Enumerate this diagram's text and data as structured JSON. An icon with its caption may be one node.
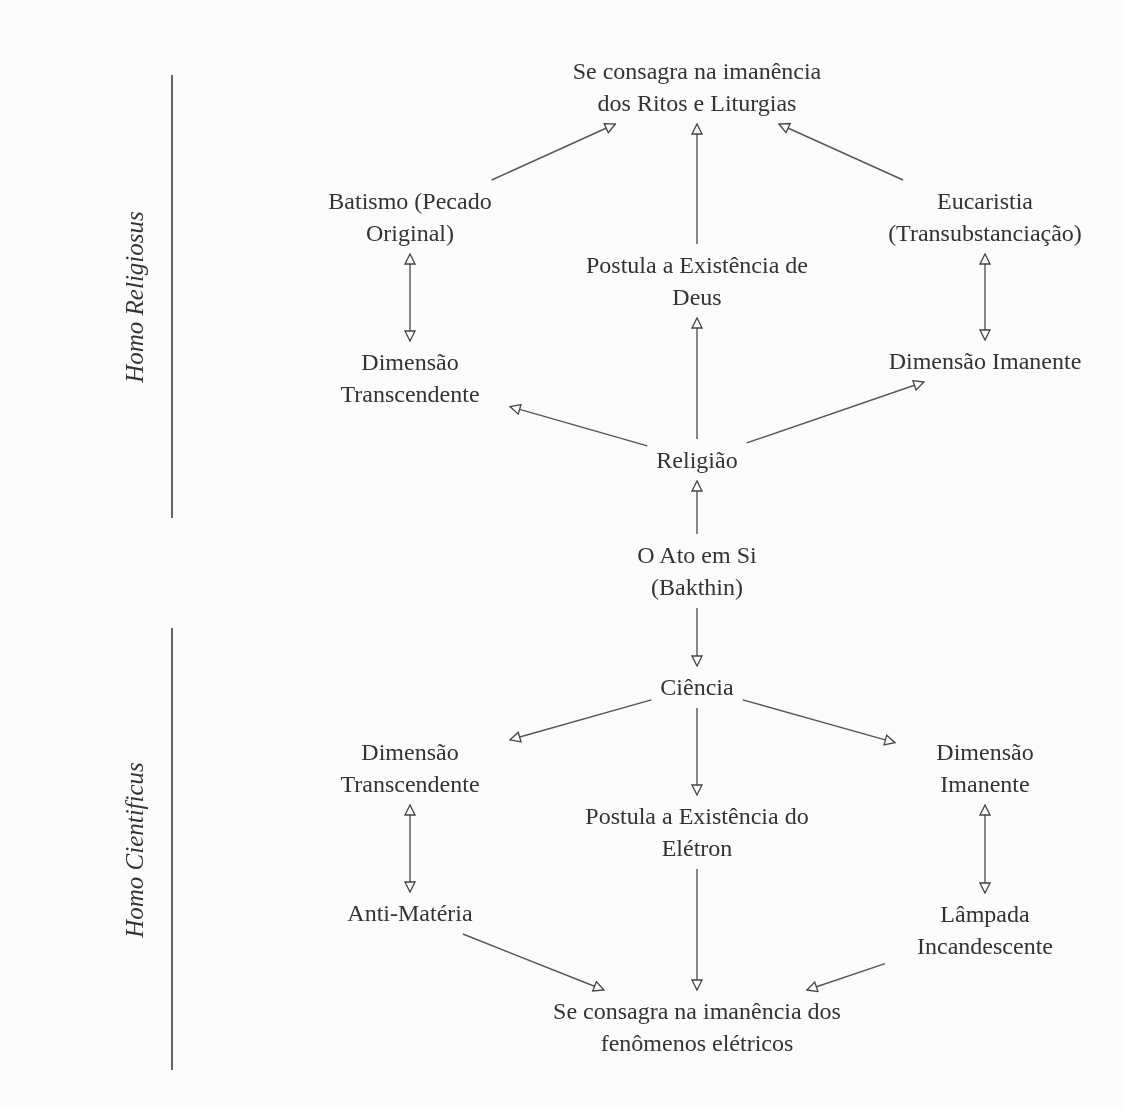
{
  "diagram": {
    "nodes": [
      {
        "text": [
          "Se consagra na imanência dos Ritos e Liturgias"
        ]
      },
      {
        "text": [
          "Batismo (Pecado Original)"
        ]
      },
      {
        "text": [
          "Eucaristia (Transubstanciação)"
        ]
      },
      {
        "text": [
          "Postula a Existência de Deus"
        ]
      },
      {
        "text": [
          "Dimensão Transcendente"
        ]
      },
      {
        "text": [
          "Dimensão Imanente"
        ]
      },
      {
        "text": [
          "Religião"
        ]
      },
      {
        "text": [
          "O Ato em Si (Bakthin)"
        ]
      },
      {
        "text": [
          "Ciência"
        ]
      },
      {
        "text": [
          "Dimensão Transcendente"
        ]
      },
      {
        "text": [
          "Dimensão Imanente"
        ]
      },
      {
        "text": [
          "Postula a Existência do Elétron"
        ]
      },
      {
        "text": [
          "Anti-Matéria"
        ]
      },
      {
        "text": [
          "Lâmpada Incandescente"
        ]
      },
      {
        "text": [
          "Se consagra na imanência dos fenômenos elétricos"
        ]
      }
    ],
    "edges": [
      {
        "from": 1,
        "to": 0,
        "arrow": "to"
      },
      {
        "from": 3,
        "to": 0,
        "arrow": "to"
      },
      {
        "from": 2,
        "to": 0,
        "arrow": "to"
      },
      {
        "from": 1,
        "to": 4,
        "arrow": "both"
      },
      {
        "from": 2,
        "to": 5,
        "arrow": "both"
      },
      {
        "from": 6,
        "to": 3,
        "arrow": "to"
      },
      {
        "from": 6,
        "to": 4,
        "arrow": "to"
      },
      {
        "from": 6,
        "to": 5,
        "arrow": "to"
      },
      {
        "from": 7,
        "to": 6,
        "arrow": "to"
      },
      {
        "from": 7,
        "to": 8,
        "arrow": "to"
      },
      {
        "from": 8,
        "to": 9,
        "arrow": "to"
      },
      {
        "from": 8,
        "to": 10,
        "arrow": "to"
      },
      {
        "from": 8,
        "to": 11,
        "arrow": "to"
      },
      {
        "from": 9,
        "to": 12,
        "arrow": "both"
      },
      {
        "from": 10,
        "to": 13,
        "arrow": "both"
      },
      {
        "from": 11,
        "to": 14,
        "arrow": "to"
      },
      {
        "from": 12,
        "to": 14,
        "arrow": "to"
      },
      {
        "from": 13,
        "to": 14,
        "arrow": "to"
      }
    ],
    "labels": [
      "Homo Religiosus",
      "Homo Cientificus"
    ]
  }
}
